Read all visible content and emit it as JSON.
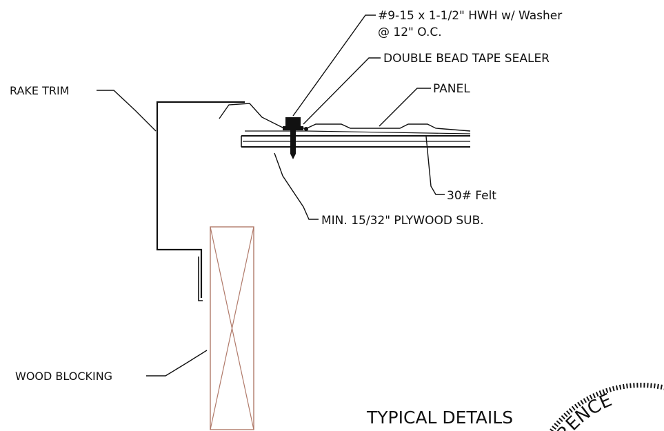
{
  "labels": {
    "fastener_line1": "#9-15 x 1-1/2\" HWH w/ Washer",
    "fastener_line2": "@ 12\" O.C.",
    "sealer": "DOUBLE BEAD TAPE SEALER",
    "panel": "PANEL",
    "rake_trim": "RAKE TRIM",
    "felt": "30# Felt",
    "plywood": "MIN. 15/32\" PLYWOOD SUB.",
    "wood_blocking": "WOOD BLOCKING",
    "typical_details": "TYPICAL DETAILS"
  },
  "stamp": {
    "partial_text": "RENCE"
  },
  "colors": {
    "line": "#111111",
    "blocking": "#b07a6a",
    "background": "#ffffff"
  }
}
